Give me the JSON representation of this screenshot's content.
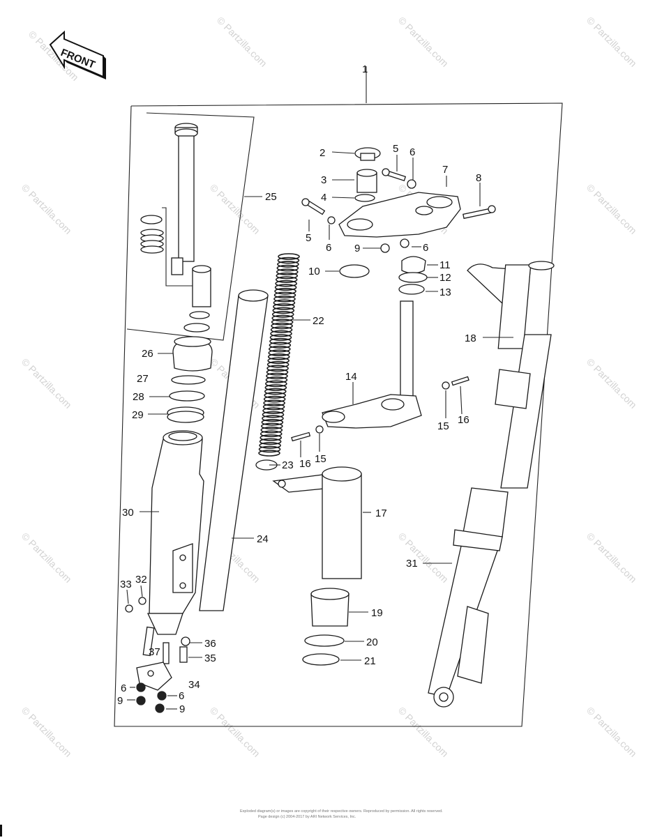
{
  "front_badge": "FRONT",
  "assembly_number": "1",
  "watermark": "© Partzilla.com",
  "footer": {
    "line1": "Exploded diagram(s) or images are copyright of their respective owners. Reproduced by permission. All rights reserved.",
    "line2": "Page design (c) 2004-2017 by ARI Network Services, Inc."
  },
  "callouts": [
    {
      "id": "2",
      "text": "2"
    },
    {
      "id": "3",
      "text": "3"
    },
    {
      "id": "4",
      "text": "4"
    },
    {
      "id": "5a",
      "text": "5"
    },
    {
      "id": "6a",
      "text": "6"
    },
    {
      "id": "7",
      "text": "7"
    },
    {
      "id": "8",
      "text": "8"
    },
    {
      "id": "5b",
      "text": "5"
    },
    {
      "id": "6b",
      "text": "6"
    },
    {
      "id": "9a",
      "text": "9"
    },
    {
      "id": "6c",
      "text": "6"
    },
    {
      "id": "25",
      "text": "25"
    },
    {
      "id": "10",
      "text": "10"
    },
    {
      "id": "11",
      "text": "11"
    },
    {
      "id": "12",
      "text": "12"
    },
    {
      "id": "13",
      "text": "13"
    },
    {
      "id": "22",
      "text": "22"
    },
    {
      "id": "18",
      "text": "18"
    },
    {
      "id": "26",
      "text": "26"
    },
    {
      "id": "27",
      "text": "27"
    },
    {
      "id": "28",
      "text": "28"
    },
    {
      "id": "29",
      "text": "29"
    },
    {
      "id": "14",
      "text": "14"
    },
    {
      "id": "15a",
      "text": "15"
    },
    {
      "id": "16a",
      "text": "16"
    },
    {
      "id": "16b",
      "text": "16"
    },
    {
      "id": "15b",
      "text": "15"
    },
    {
      "id": "23",
      "text": "23"
    },
    {
      "id": "30",
      "text": "30"
    },
    {
      "id": "17",
      "text": "17"
    },
    {
      "id": "24",
      "text": "24"
    },
    {
      "id": "31",
      "text": "31"
    },
    {
      "id": "33",
      "text": "33"
    },
    {
      "id": "32",
      "text": "32"
    },
    {
      "id": "19",
      "text": "19"
    },
    {
      "id": "20",
      "text": "20"
    },
    {
      "id": "21",
      "text": "21"
    },
    {
      "id": "36",
      "text": "36"
    },
    {
      "id": "37",
      "text": "37"
    },
    {
      "id": "35",
      "text": "35"
    },
    {
      "id": "34",
      "text": "34"
    },
    {
      "id": "6d",
      "text": "6"
    },
    {
      "id": "9b",
      "text": "9"
    },
    {
      "id": "6e",
      "text": "6"
    },
    {
      "id": "9c",
      "text": "9"
    }
  ]
}
